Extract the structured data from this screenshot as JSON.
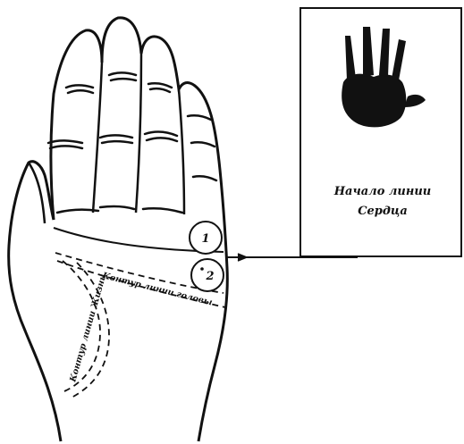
{
  "card": {
    "caption_line1": "Начало линии",
    "caption_line2": "Сердца"
  },
  "markers": {
    "m1": "1",
    "m2": "2"
  },
  "labels": {
    "head_contour": "Контур линии головы",
    "life_contour": "Контур линии Жизни"
  }
}
